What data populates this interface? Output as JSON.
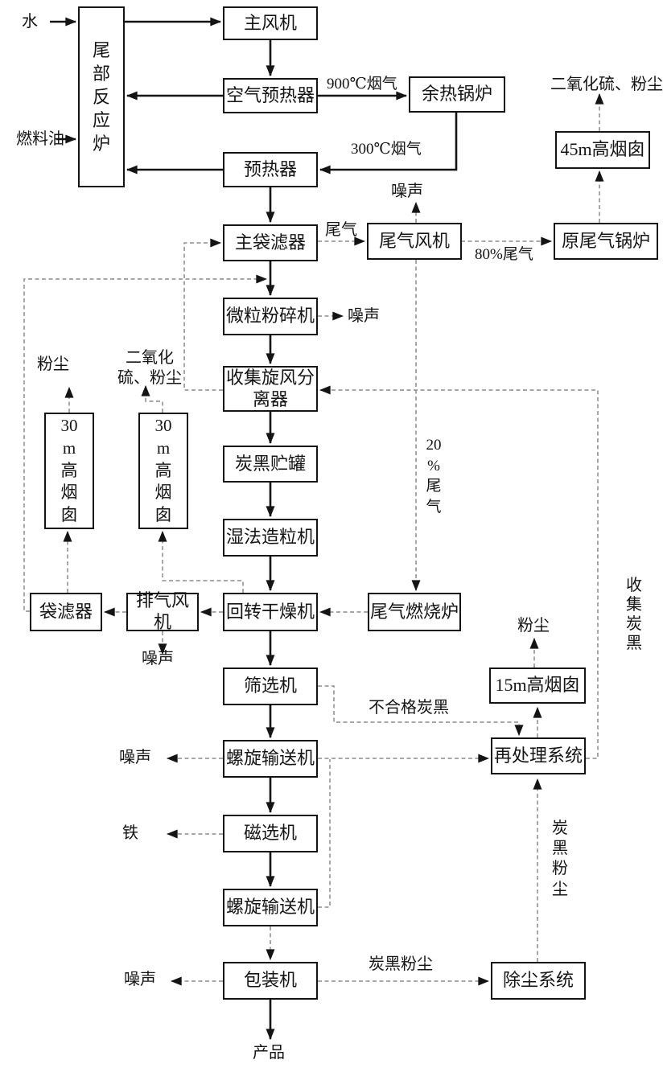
{
  "diagram": {
    "boxes": {
      "tail_reactor": {
        "label": "尾\n部\n反\n应\n炉"
      },
      "main_fan": {
        "label": "主风机"
      },
      "air_preheater": {
        "label": "空气预热器"
      },
      "waste_heat_boiler": {
        "label": "余热锅炉"
      },
      "preheater": {
        "label": "预热器"
      },
      "chimney_45m": {
        "label": "45m高烟囱"
      },
      "main_bag_filter": {
        "label": "主袋滤器"
      },
      "tail_gas_fan": {
        "label": "尾气风机"
      },
      "orig_tail_gas_boiler": {
        "label": "原尾气锅炉"
      },
      "micro_pulverizer": {
        "label": "微粒粉碎机"
      },
      "cyclone_separator": {
        "label": "收集旋风分\n离器"
      },
      "chimney_30m_left": {
        "label": "30\nm\n高\n烟\n囱"
      },
      "chimney_30m_right": {
        "label": "30\nm\n高\n烟\n囱"
      },
      "storage_tank": {
        "label": "炭黑贮罐"
      },
      "wet_granulator": {
        "label": "湿法造粒机"
      },
      "bag_filter": {
        "label": "袋滤器"
      },
      "exhaust_fan": {
        "label": "排气风机"
      },
      "rotary_dryer": {
        "label": "回转干燥机"
      },
      "tail_gas_burner": {
        "label": "尾气燃烧炉"
      },
      "screener": {
        "label": "筛选机"
      },
      "chimney_15m": {
        "label": "15m高烟囱"
      },
      "screw_conveyor_1": {
        "label": "螺旋输送机"
      },
      "reprocessing": {
        "label": "再处理系统"
      },
      "magnetic_separator": {
        "label": "磁选机"
      },
      "screw_conveyor_2": {
        "label": "螺旋输送机"
      },
      "packer": {
        "label": "包装机"
      },
      "dust_removal": {
        "label": "除尘系统"
      }
    },
    "labels": {
      "water": {
        "text": "水"
      },
      "fuel_oil": {
        "text": "燃料油"
      },
      "flue_gas_900": {
        "text": "900℃烟气"
      },
      "flue_gas_300": {
        "text": "300℃烟气"
      },
      "noise_tail_fan": {
        "text": "噪声"
      },
      "so2_dust_45": {
        "text": "二氧化硫、粉尘"
      },
      "tail_gas": {
        "text": "尾气"
      },
      "pct80_tail_gas": {
        "text": "80%尾气"
      },
      "noise_pulverizer": {
        "text": "噪声"
      },
      "dust_30_left": {
        "text": "粉尘"
      },
      "so2_dust_30": {
        "text": "二氧化\n硫、粉尘"
      },
      "pct20_tail_gas": {
        "text": "20\n%\n尾\n气"
      },
      "noise_exhaust_fan": {
        "text": "噪声"
      },
      "collect_carbon_black": {
        "text": "收\n集\n炭\n黑"
      },
      "dust_15": {
        "text": "粉尘"
      },
      "substandard_cb": {
        "text": "不合格炭黑"
      },
      "noise_screw": {
        "text": "噪声"
      },
      "iron": {
        "text": "铁"
      },
      "cb_dust_vertical": {
        "text": "炭\n黑\n粉\n尘"
      },
      "noise_packer": {
        "text": "噪声"
      },
      "cb_dust": {
        "text": "炭黑粉尘"
      },
      "product": {
        "text": "产品"
      }
    },
    "colors": {
      "line": "#141414",
      "dashed": "#8c8c8c",
      "background": "#ffffff"
    }
  }
}
